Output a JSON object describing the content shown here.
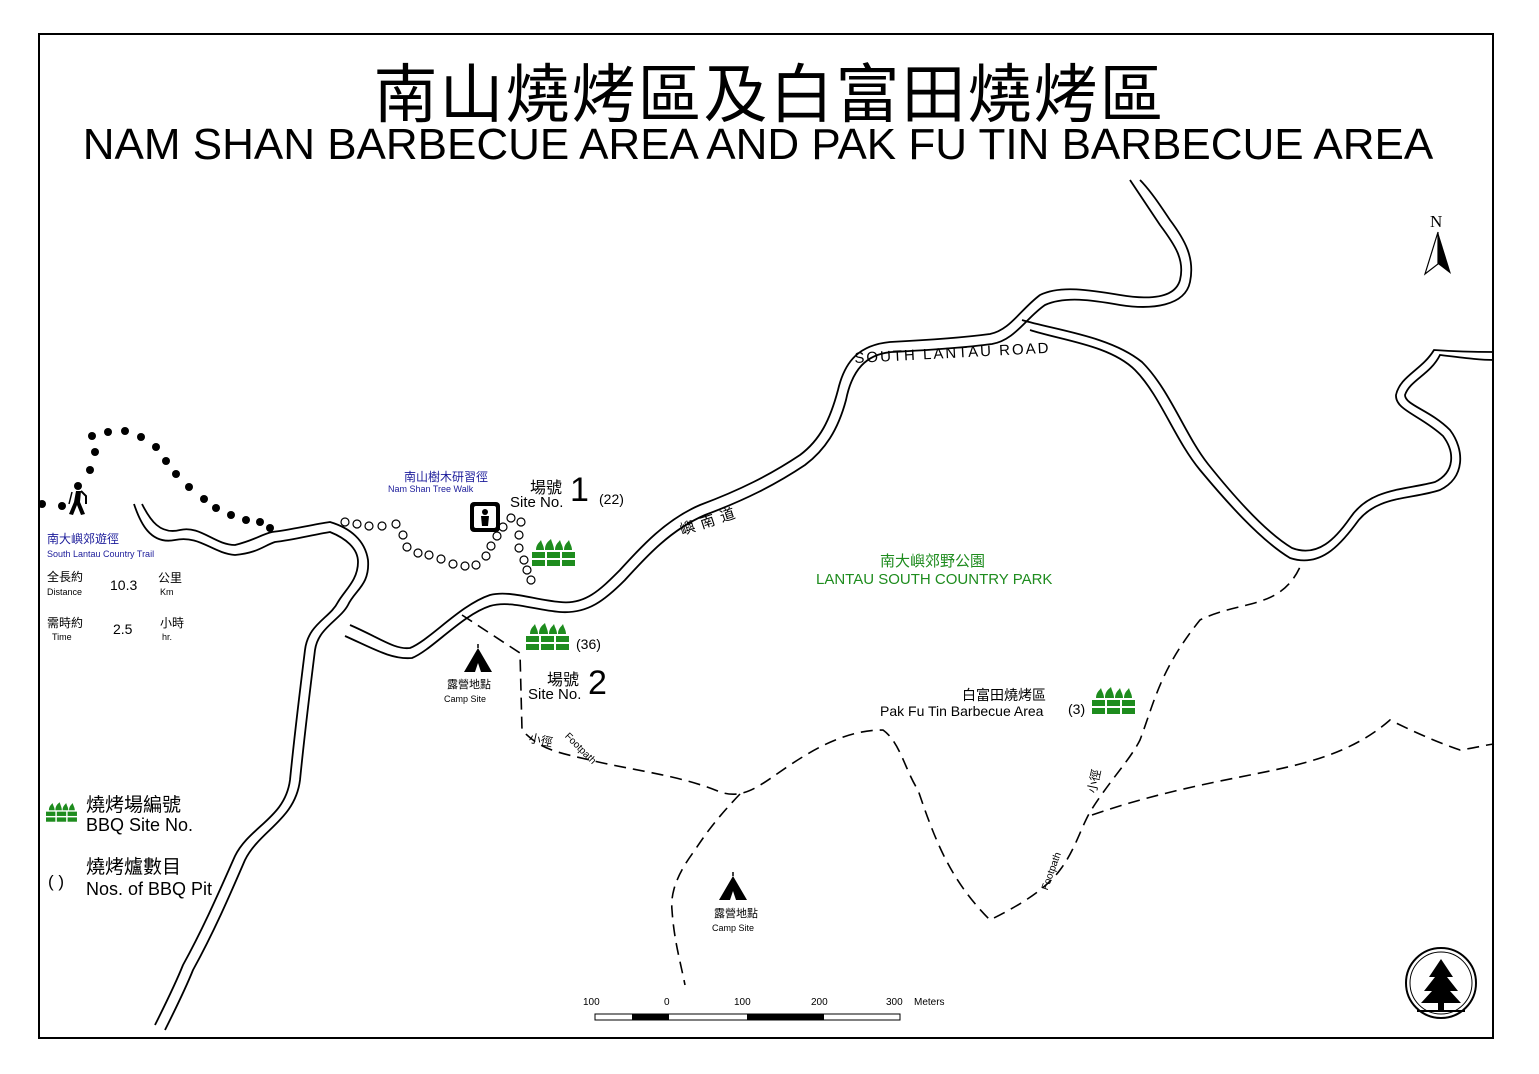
{
  "title": {
    "zh": "南山燒烤區及白富田燒烤區",
    "en": "NAM SHAN BARBECUE AREA AND PAK FU TIN BARBECUE AREA"
  },
  "north": "N",
  "roads": {
    "south_lantau_road_en": "SOUTH LANTAU ROAD",
    "south_lantau_road_zh": "嶼南道"
  },
  "park": {
    "zh": "南大嶼郊野公園",
    "en": "LANTAU SOUTH COUNTRY PARK"
  },
  "tree_walk": {
    "zh": "南山樹木研習徑",
    "en": "Nam Shan Tree Walk"
  },
  "trail": {
    "zh": "南大嶼郊遊徑",
    "en": "South Lantau Country Trail",
    "distance_zh": "全長約",
    "distance_en": "Distance",
    "distance_value": "10.3",
    "distance_unit_zh": "公里",
    "distance_unit_en": "Km",
    "time_zh": "需時約",
    "time_en": "Time",
    "time_value": "2.5",
    "time_unit_zh": "小時",
    "time_unit_en": "hr."
  },
  "sites": {
    "site_label_zh": "場號",
    "site_label_en": "Site No.",
    "site1_number": "1",
    "site1_pits": "(22)",
    "site2_number": "2",
    "site2_pits": "(36)",
    "pak_fu_tin_zh": "白富田燒烤區",
    "pak_fu_tin_en": "Pak Fu Tin Barbecue Area",
    "pak_fu_tin_pits": "(3)"
  },
  "camp": {
    "zh": "露營地點",
    "en": "Camp Site"
  },
  "footpath": {
    "zh": "小徑",
    "en": "Footpath"
  },
  "legend": {
    "bbq_site_zh": "燒烤場編號",
    "bbq_site_en": "BBQ Site No.",
    "pits_symbol": "(  )",
    "pits_zh": "燒烤爐數目",
    "pits_en": "Nos. of BBQ Pit"
  },
  "scale": {
    "ticks": [
      "100",
      "0",
      "100",
      "200",
      "300"
    ],
    "unit": "Meters"
  },
  "colors": {
    "bbq_green": "#1e8c1e",
    "label_blue": "#1b1b9a",
    "park_green": "#1e8c1e"
  },
  "icons": [
    "hiker-icon",
    "toilet-icon",
    "bbq-site-icon",
    "camp-tent-icon",
    "north-arrow-icon",
    "afcd-tree-logo"
  ]
}
